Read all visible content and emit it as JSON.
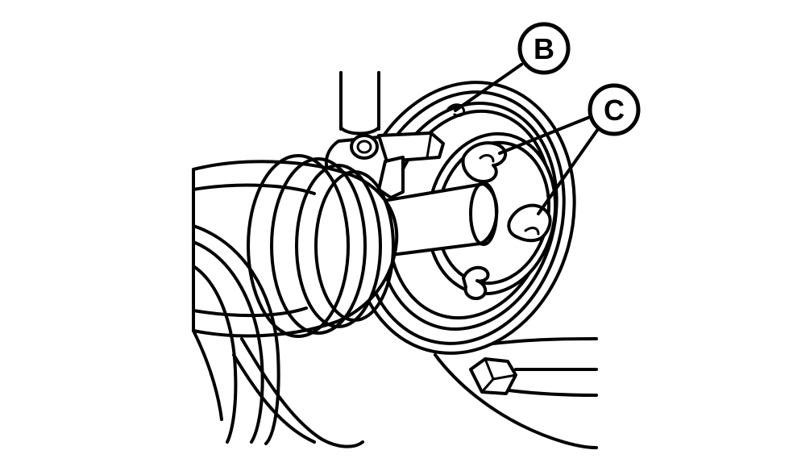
{
  "callouts": [
    {
      "id": "B",
      "label": "B"
    },
    {
      "id": "C",
      "label": "C"
    }
  ],
  "colors": {
    "line": "#000000",
    "background": "#ffffff"
  }
}
